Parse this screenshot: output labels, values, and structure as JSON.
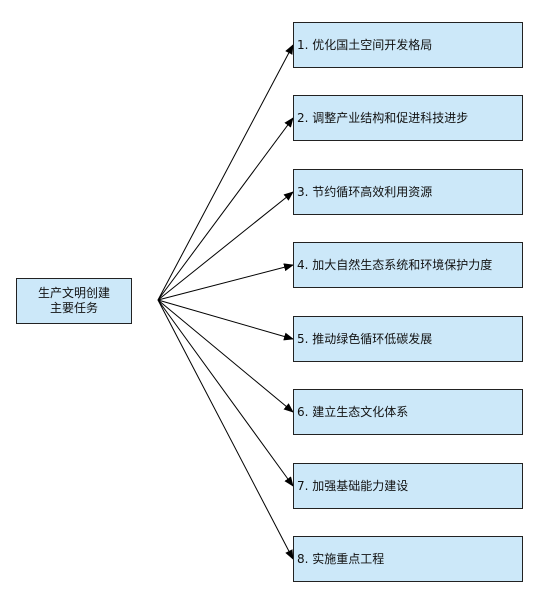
{
  "center": {
    "line1": "生产文明创建",
    "line2": "主要任务"
  },
  "tasks": [
    {
      "label": "1. 优化国土空间开发格局"
    },
    {
      "label": "2. 调整产业结构和促进科技进步"
    },
    {
      "label": "3. 节约循环高效利用资源"
    },
    {
      "label": "4. 加大自然生态系统和环境保护力度"
    },
    {
      "label": "5. 推动绿色循环低碳发展"
    },
    {
      "label": "6. 建立生态文化体系"
    },
    {
      "label": "7. 加强基础能力建设"
    },
    {
      "label": "8. 实施重点工程"
    }
  ],
  "colors": {
    "box_fill": "#cce8f9",
    "box_border": "#222222",
    "arrow": "#000000"
  }
}
